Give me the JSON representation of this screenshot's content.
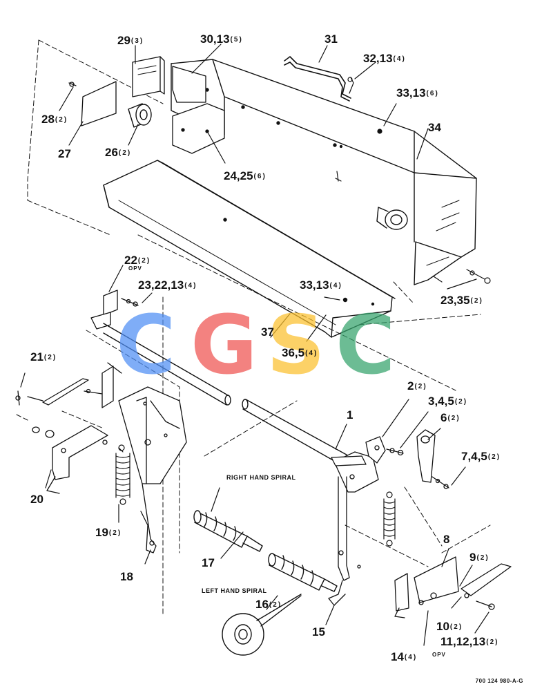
{
  "watermark": {
    "letters": [
      "C",
      "G",
      "S",
      "C"
    ],
    "colors": [
      "#4f8ef5",
      "#ef5350",
      "#fbc02d",
      "#34a36b"
    ]
  },
  "notes": {
    "right_hand_spiral": "RIGHT HAND SPIRAL",
    "left_hand_spiral": "LEFT HAND SPIRAL"
  },
  "drawing_number": "700 124 980-A-G",
  "callouts": {
    "c29": {
      "ref": "29",
      "qty": "(3)"
    },
    "c30_13": {
      "ref": "30,13",
      "qty": "(5)"
    },
    "c31": {
      "ref": "31",
      "qty": ""
    },
    "c32_13": {
      "ref": "32,13",
      "qty": "(4)"
    },
    "c33_13_top": {
      "ref": "33,13",
      "qty": "(6)"
    },
    "c34": {
      "ref": "34",
      "qty": ""
    },
    "c28": {
      "ref": "28",
      "qty": "(2)"
    },
    "c27": {
      "ref": "27",
      "qty": ""
    },
    "c26": {
      "ref": "26",
      "qty": "(2)"
    },
    "c24_25": {
      "ref": "24,25",
      "qty": "(6)"
    },
    "c22": {
      "ref": "22",
      "qty": "(2)",
      "opv": "OPV"
    },
    "c23_22_13": {
      "ref": "23,22,13",
      "qty": "(4)"
    },
    "c33_13_mid": {
      "ref": "33,13",
      "qty": "(4)"
    },
    "c23_35": {
      "ref": "23,35",
      "qty": "(2)"
    },
    "c37": {
      "ref": "37",
      "qty": ""
    },
    "c36_5": {
      "ref": "36,5",
      "qty": "(4)"
    },
    "c21": {
      "ref": "21",
      "qty": "(2)"
    },
    "c1": {
      "ref": "1",
      "qty": ""
    },
    "c2": {
      "ref": "2",
      "qty": "(2)"
    },
    "c3_4_5": {
      "ref": "3,4,5",
      "qty": "(2)"
    },
    "c6": {
      "ref": "6",
      "qty": "(2)"
    },
    "c7_4_5": {
      "ref": "7,4,5",
      "qty": "(2)"
    },
    "c20": {
      "ref": "20",
      "qty": ""
    },
    "c19": {
      "ref": "19",
      "qty": "(2)"
    },
    "c18": {
      "ref": "18",
      "qty": ""
    },
    "c17": {
      "ref": "17",
      "qty": ""
    },
    "c8": {
      "ref": "8",
      "qty": ""
    },
    "c9": {
      "ref": "9",
      "qty": "(2)"
    },
    "c16": {
      "ref": "16",
      "qty": "(2)"
    },
    "c15": {
      "ref": "15",
      "qty": ""
    },
    "c10": {
      "ref": "10",
      "qty": "(2)"
    },
    "c11_12_13": {
      "ref": "11,12,13",
      "qty": "(2)"
    },
    "c14": {
      "ref": "14",
      "qty": "(4)",
      "opv": "OPV"
    }
  }
}
